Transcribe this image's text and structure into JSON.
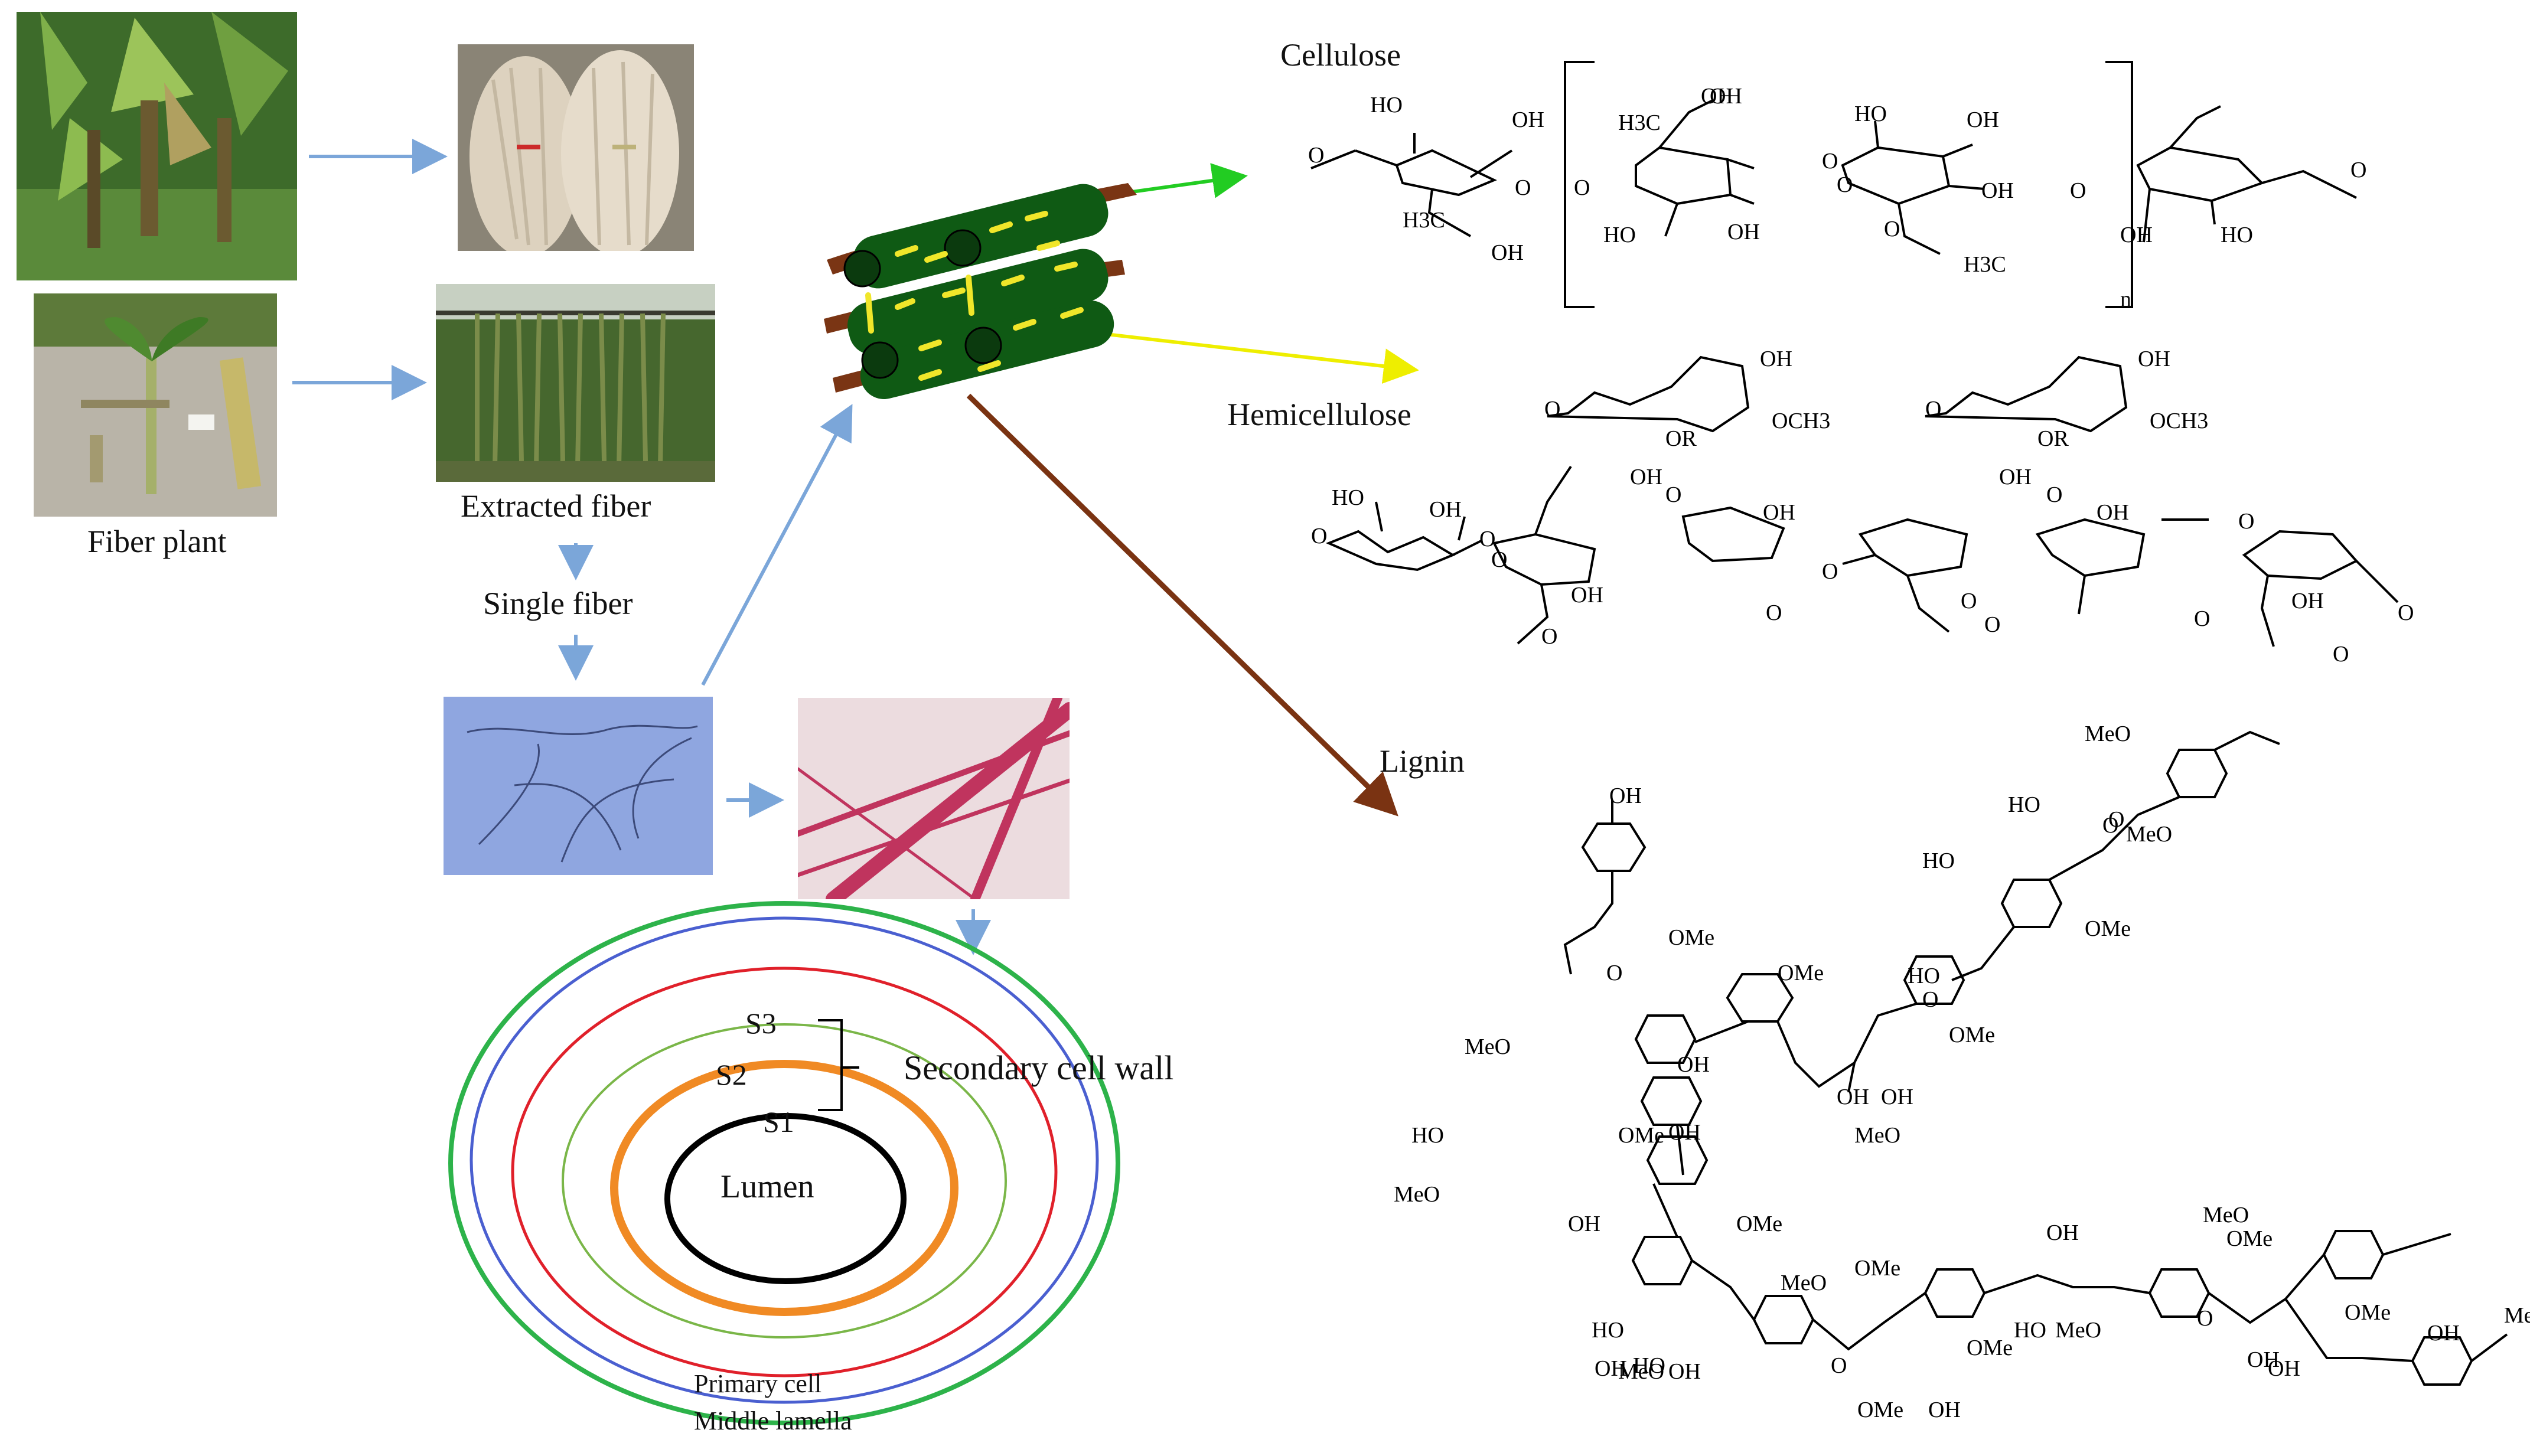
{
  "labels": {
    "fiber_plant": "Fiber plant",
    "extracted_fiber": "Extracted fiber",
    "single_fiber": "Single fiber",
    "cellulose": "Cellulose",
    "hemicellulose": "Hemicellulose",
    "lignin": "Lignin",
    "s3": "S3",
    "s2": "S2",
    "s1": "S1",
    "secondary_cell_wall": "Secondary cell wall",
    "lumen": "Lumen",
    "primary_cell": "Primary cell",
    "middle_lamella": "Middle lamella",
    "cellulose_n": "n"
  },
  "chem": {
    "cellulose": [
      "HO",
      "OH",
      "H3C",
      "OH",
      "O",
      "O",
      "OH",
      "H3C",
      "OH",
      "HO",
      "OH",
      "HO",
      "OH",
      "O",
      "O",
      "H3C",
      "OH",
      "HO",
      "OH",
      "O",
      "O",
      "O",
      "O"
    ],
    "hemicellulose": [
      "OH",
      "OCH3",
      "OR",
      "OH",
      "O",
      "O",
      "OH",
      "OCH3",
      "OR",
      "OH",
      "O",
      "O",
      "HO",
      "OH",
      "O",
      "OH",
      "O",
      "O",
      "OH",
      "O",
      "OH",
      "O",
      "OH",
      "O",
      "O",
      "O",
      "O",
      "O",
      "O",
      "O"
    ],
    "lignin": [
      "OH",
      "MeO",
      "HO",
      "O",
      "MeO",
      "HO",
      "OMe",
      "HO",
      "OMe",
      "O",
      "O",
      "OMe",
      "O",
      "OMe",
      "MeO",
      "OH",
      "OH",
      "OH",
      "HO",
      "MeO",
      "OMe",
      "OH",
      "MeO",
      "OH",
      "OMe",
      "MeO",
      "OMe",
      "OH",
      "MeO",
      "OMe",
      "HO",
      "HO",
      "MeO",
      "OMe",
      "HO",
      "MeO",
      "OMe",
      "OH",
      "MeO",
      "OMe",
      "OH",
      "OH",
      "OH",
      "OH",
      "O",
      "O",
      "OH"
    ]
  },
  "colors": {
    "arrow_blue": "#7ba6d9",
    "arrow_green": "#22cc22",
    "arrow_yellow": "#eeee00",
    "arrow_brown": "#7a3312",
    "ring_green": "#2db34a",
    "ring_blue": "#4a5fd0",
    "ring_red": "#e0202a",
    "ring_lightgreen": "#7ab648",
    "ring_orange": "#f08a24",
    "ring_black": "#000000",
    "fibril_green": "#0f5a14",
    "fibril_yellow": "#f0e62a",
    "fibril_brown": "#7a3514"
  }
}
